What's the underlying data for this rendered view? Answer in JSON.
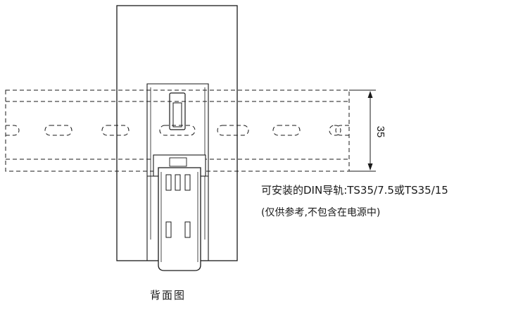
{
  "diagram": {
    "dimension_label": "35",
    "note_line1": "可安装的DIN导轨:TS35/7.5或TS35/15",
    "note_line2": "(仅供参考,不包含在电源中)",
    "view_caption": "背面图"
  },
  "colors": {
    "line": "#1a1a1a",
    "background": "#ffffff"
  }
}
